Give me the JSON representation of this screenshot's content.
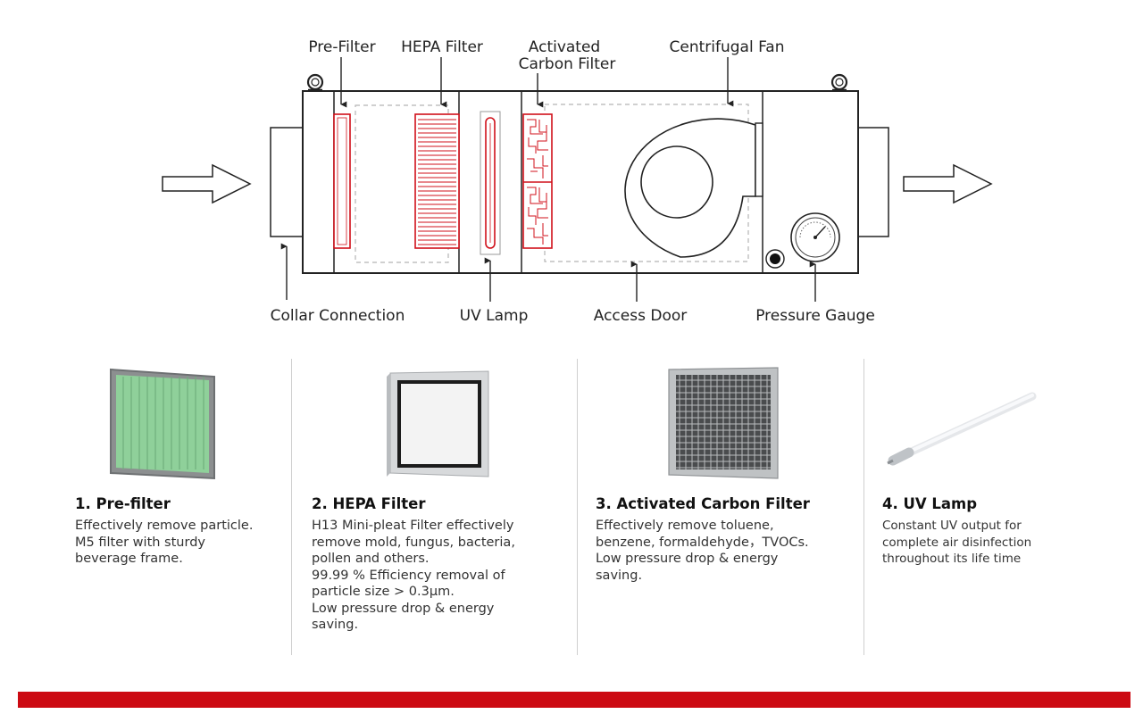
{
  "diagram": {
    "labels": {
      "pre_filter": "Pre-Filter",
      "hepa_filter": "HEPA Filter",
      "activated_line1": "Activated",
      "activated_line2": "Carbon Filter",
      "centrifugal_fan": "Centrifugal Fan",
      "collar_connection": "Collar Connection",
      "uv_lamp": "UV Lamp",
      "access_door": "Access Door",
      "pressure_gauge": "Pressure Gauge"
    }
  },
  "cards": [
    {
      "title": "1. Pre-filter",
      "description": "Effectively remove particle.\nM5 filter with sturdy\nbeverage frame."
    },
    {
      "title": "2. HEPA Filter",
      "description": "H13 Mini-pleat Filter effectively\nremove mold, fungus, bacteria,\npollen and others.\n99.99 % Efficiency removal of\nparticle size > 0.3µm.\nLow pressure drop & energy\nsaving."
    },
    {
      "title": "3. Activated Carbon Filter",
      "description": "Effectively remove toluene,\nbenzene, formaldehyde，TVOCs.\nLow pressure drop & energy\nsaving."
    },
    {
      "title": "4. UV Lamp",
      "description": "Constant UV output for\ncomplete air disinfection\nthroughout its life time"
    }
  ],
  "colors": {
    "accent_red": "#d0111b",
    "outline": "#222222",
    "dashed": "#b5b5b5",
    "prefilter_green": "#8fd09a",
    "bar_red": "#cc0a12"
  },
  "icons": [
    "inlet-arrow-icon",
    "outlet-arrow-icon",
    "lifting-eye-icon",
    "pressure-gauge-icon"
  ]
}
